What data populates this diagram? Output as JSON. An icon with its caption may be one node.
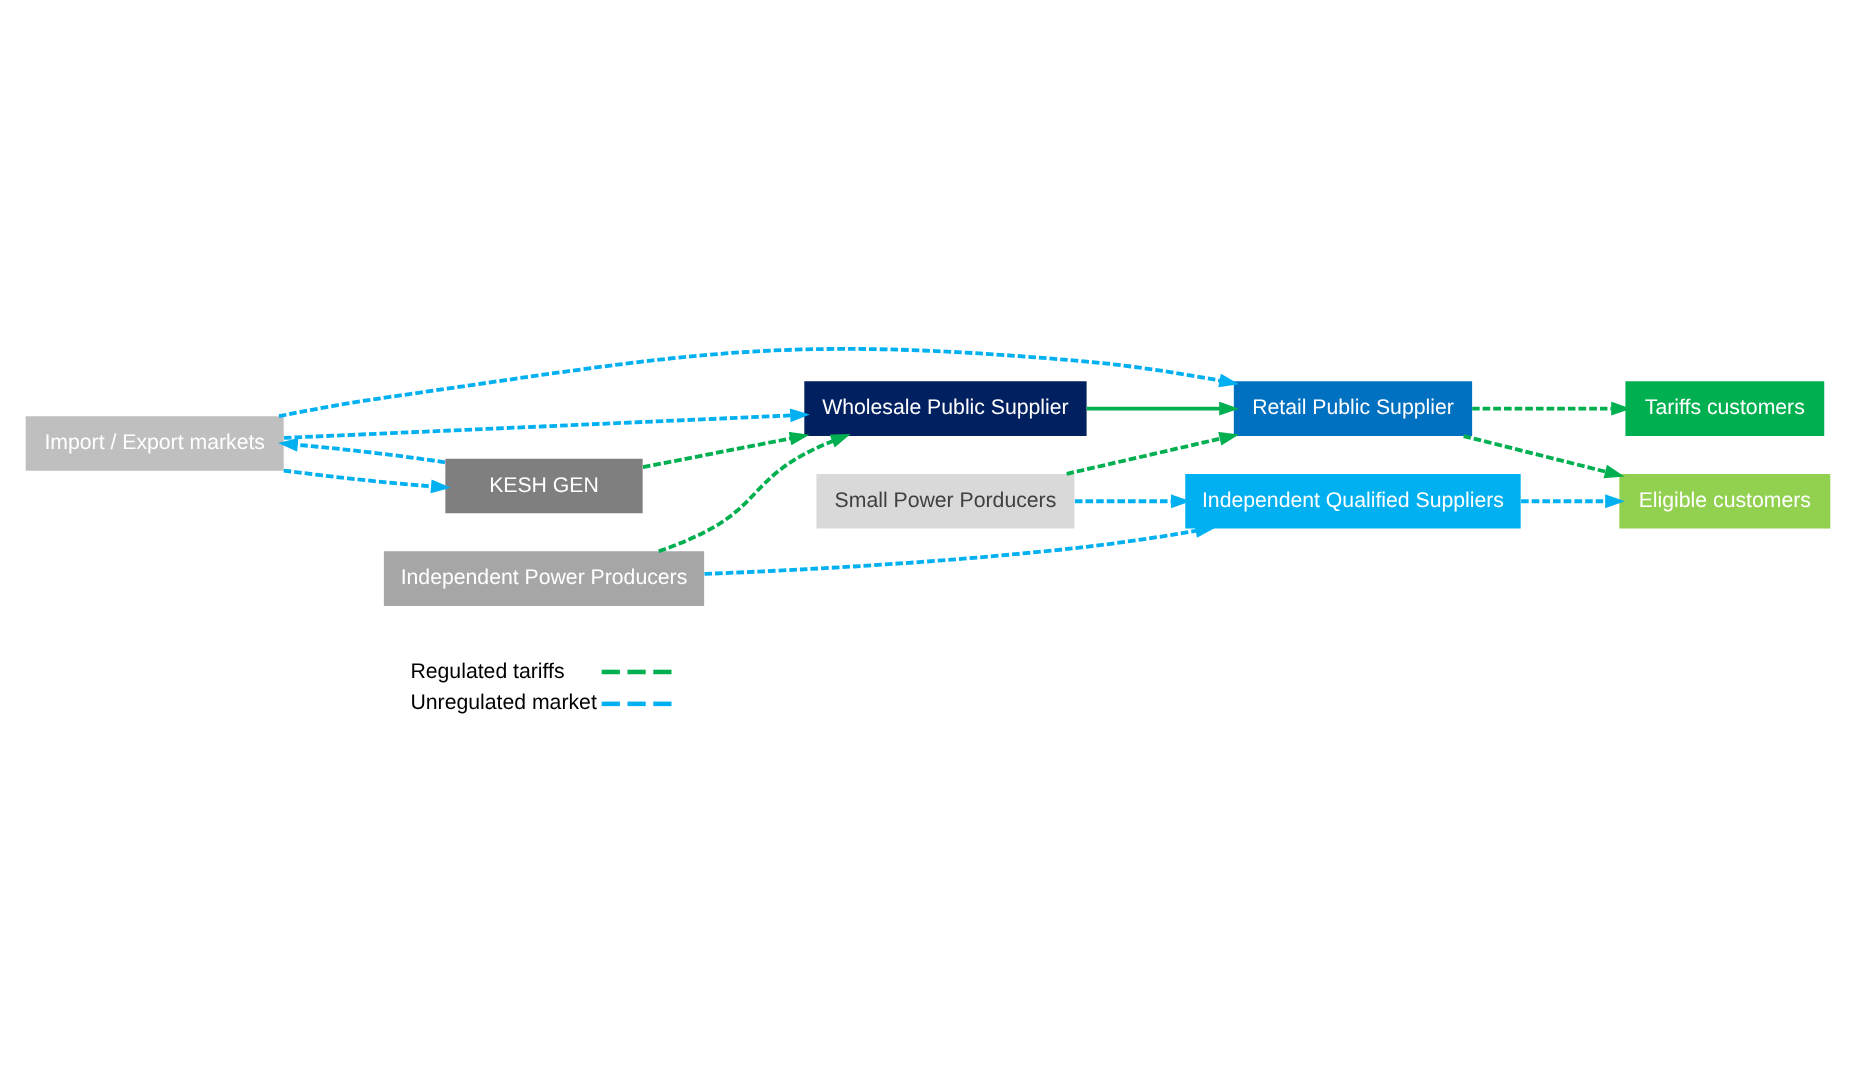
{
  "diagram": {
    "nodes": [
      {
        "text": [
          "Import / Export markets"
        ]
      },
      {
        "text": [
          "KESH GEN"
        ]
      },
      {
        "text": [
          "Independent Power Producers"
        ]
      },
      {
        "text": [
          "Small Power Porducers"
        ]
      },
      {
        "text": [
          "Wholesale Public Supplier"
        ]
      },
      {
        "text": [
          "Retail Public Supplier"
        ]
      },
      {
        "text": [
          "Independent Qualified Suppliers"
        ]
      },
      {
        "text": [
          "Tariffs customers"
        ]
      },
      {
        "text": [
          "Eligible customers"
        ]
      }
    ],
    "edges": [
      {
        "from": 0,
        "to": 1,
        "arrow": "to",
        "style": "dashed"
      },
      {
        "from": 1,
        "to": 0,
        "arrow": "to",
        "style": "dashed"
      },
      {
        "from": 1,
        "to": 4,
        "arrow": "to",
        "style": "dashed",
        "color": "#00b050"
      },
      {
        "from": 2,
        "to": 4,
        "arrow": "to",
        "style": "dashed",
        "color": "#00b050"
      },
      {
        "from": 0,
        "to": 4,
        "arrow": "to",
        "style": "dashed"
      },
      {
        "from": 0,
        "to": 5,
        "arrow": "to",
        "style": "dashed"
      },
      {
        "from": 2,
        "to": 6,
        "arrow": "to",
        "style": "dashed"
      },
      {
        "from": 3,
        "to": 5,
        "arrow": "to",
        "style": "dashed",
        "color": "#00b050"
      },
      {
        "from": 3,
        "to": 6,
        "arrow": "to",
        "style": "dashed"
      },
      {
        "from": 4,
        "to": 5,
        "arrow": "to",
        "color": "#00b050"
      },
      {
        "from": 5,
        "to": 7,
        "arrow": "to",
        "style": "dashed",
        "color": "#00b050"
      },
      {
        "from": 5,
        "to": 8,
        "arrow": "to",
        "style": "dashed",
        "color": "#00b050"
      },
      {
        "from": 6,
        "to": 8,
        "arrow": "to",
        "style": "dashed"
      }
    ],
    "legend": [
      {
        "text": "Regulated tariffs"
      },
      {
        "text": "Unregulated market"
      }
    ]
  }
}
